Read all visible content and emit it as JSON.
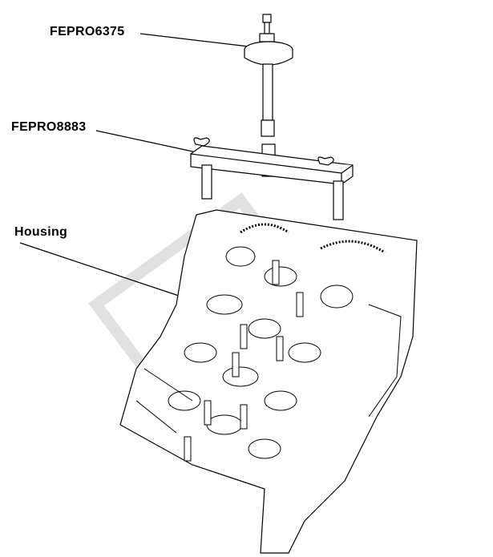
{
  "labels": {
    "tool_top": "FEPRO6375",
    "tool_bridge": "FEPRO8883",
    "housing": "Housing"
  },
  "colors": {
    "line": "#000000",
    "watermark": "#d8d8d8"
  }
}
